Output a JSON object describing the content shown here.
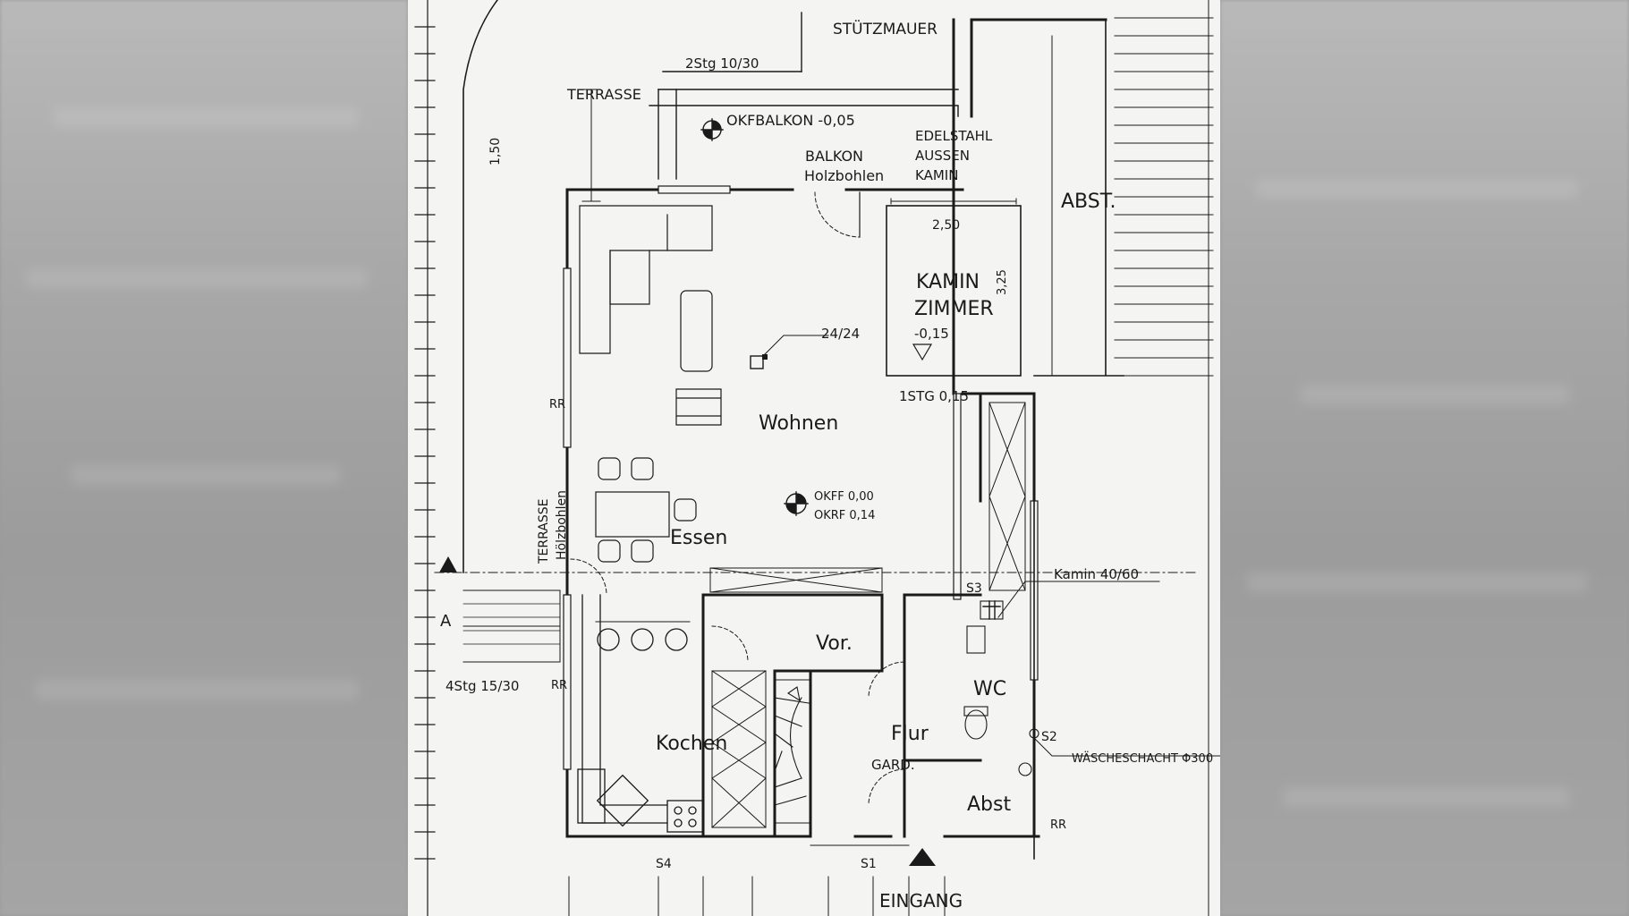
{
  "plan": {
    "labels": {
      "stuetzmauer": "STÜTZMAUER",
      "stairs_top": "2Stg 10/30",
      "terrasse_top": "TERRASSE",
      "okf_balkon": "OKFBALKON -0,05",
      "dim_150": "1,50",
      "balkon": "BALKON",
      "holzbohlen": "Holzbohlen",
      "edelstahl": "EDELSTAHL",
      "aussen": "AUSSEN",
      "kamin_small": "KAMIN",
      "abst_top": "ABST.",
      "dim_250": "2,50",
      "kamin_zimmer_1": "KAMIN",
      "kamin_zimmer_2": "ZIMMER",
      "dim_325": "3,25",
      "level_015": "-0,15",
      "column": "24/24",
      "stg_015": "1STG 0,15",
      "rr_left": "RR",
      "wohnen": "Wohnen",
      "terrasse_side": "TERRASSE",
      "holzbohlen_side": "Hölzbohlen",
      "okff": "OKFF 0,00",
      "okrf": "OKRF 0,14",
      "essen": "Essen",
      "s3": "S3",
      "kamin_4060": "Kamin 40/60",
      "section_a": "A",
      "vor": "Vor.",
      "wc": "WC",
      "stairs_left": "4Stg 15/30",
      "rr_left2": "RR",
      "flur": "Flur",
      "s2": "S2",
      "kochen": "Kochen",
      "gard": "GARD.",
      "waescheschacht": "WÄSCHESCHACHT Φ300",
      "abst_bottom": "Abst",
      "rr_right": "RR",
      "s4": "S4",
      "s1": "S1",
      "eingang": "EINGANG"
    }
  }
}
